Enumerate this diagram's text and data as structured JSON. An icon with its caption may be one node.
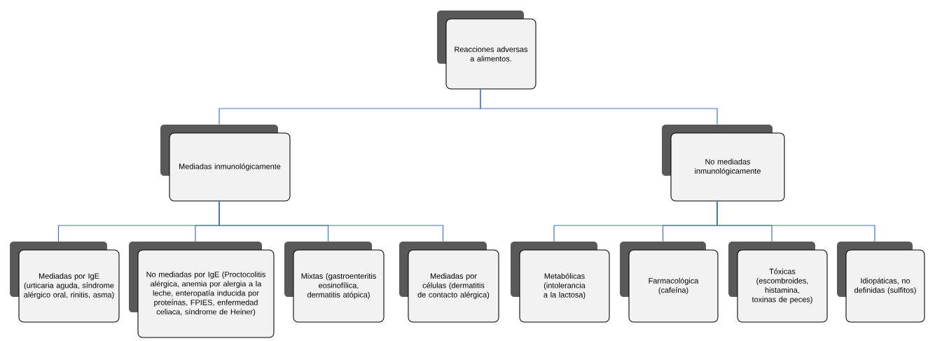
{
  "diagram": {
    "nodes": [
      {
        "text": [
          "Reacciones adversas a alimentos."
        ]
      },
      {
        "text": [
          "Mediadas inmunológicamente"
        ]
      },
      {
        "text": [
          "No mediadas inmunológicamente"
        ]
      },
      {
        "text": [
          "Mediadas por IgE (urticaria aguda, síndrome alérgico oral, rinitis, asma)"
        ]
      },
      {
        "text": [
          "No mediadas por IgE (Proctocolitis alérgica, anemia por alergia a la leche, enteropatía inducida por proteínas, FPIES, enfermedad celiaca, síndrome de Heiner)"
        ]
      },
      {
        "text": [
          "Mixtas (gastroenteritis eosinofílica, dermatitis atópica)"
        ]
      },
      {
        "text": [
          "Mediadas por células (dermatitis de contacto alérgica)"
        ]
      },
      {
        "text": [
          "Metabólicas (intolerancia a la lactosa)"
        ]
      },
      {
        "text": [
          "Farmacológica (cafeína)"
        ]
      },
      {
        "text": [
          "Tóxicas (escombroides, histamina, toxinas de peces)"
        ]
      },
      {
        "text": [
          "Idiopáticas, no definidas (sulfitos)"
        ]
      }
    ],
    "edges": [
      {
        "from": 0,
        "to": 1,
        "arrow": "none"
      },
      {
        "from": 0,
        "to": 2,
        "arrow": "none"
      },
      {
        "from": 1,
        "to": 3,
        "arrow": "none"
      },
      {
        "from": 1,
        "to": 4,
        "arrow": "none"
      },
      {
        "from": 1,
        "to": 5,
        "arrow": "none"
      },
      {
        "from": 1,
        "to": 6,
        "arrow": "none"
      },
      {
        "from": 2,
        "to": 7,
        "arrow": "none"
      },
      {
        "from": 2,
        "to": 8,
        "arrow": "none"
      },
      {
        "from": 2,
        "to": 9,
        "arrow": "none"
      },
      {
        "from": 2,
        "to": 10,
        "arrow": "none"
      }
    ]
  }
}
